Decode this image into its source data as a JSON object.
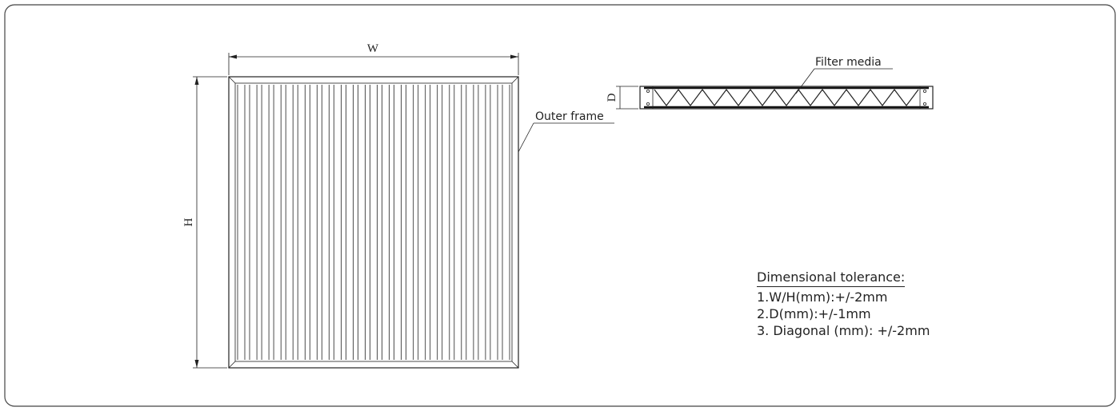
{
  "dimensions": {
    "width_symbol": "W",
    "height_symbol": "H",
    "depth_symbol": "D"
  },
  "labels": {
    "outer_frame": "Outer frame",
    "filter_media": "Filter media"
  },
  "tolerance": {
    "title": "Dimensional tolerance:",
    "items": [
      "1.W/H(mm):+/-2mm",
      "2.D(mm):+/-1mm",
      "3. Diagonal (mm): +/-2mm"
    ]
  },
  "front_view": {
    "pleat_count": 23
  },
  "side_view": {
    "zigzag_peaks": 11
  }
}
